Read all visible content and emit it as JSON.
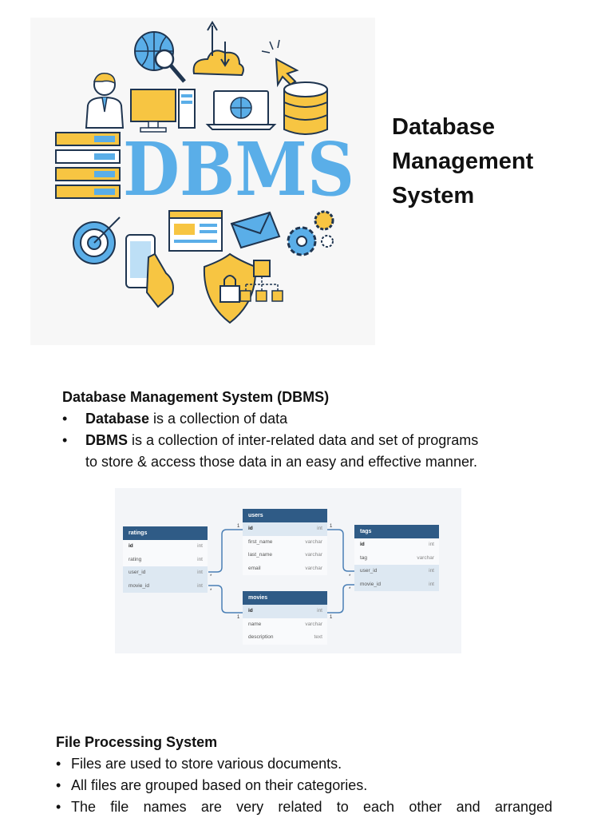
{
  "illustration": {
    "logo_text": "DBMS"
  },
  "side_title": {
    "line1": "Database",
    "line2": "Management",
    "line3": "System"
  },
  "dbms_section": {
    "heading": "Database Management System (DBMS)",
    "bullets": [
      {
        "bold": "Database",
        "text": " is a collection of data"
      },
      {
        "bold": "DBMS",
        "text": " is a collection of inter-related data and set of programs",
        "cont": "to store & access those data in an easy and effective manner."
      }
    ]
  },
  "er_diagram": {
    "tables": [
      {
        "name": "ratings",
        "rows": [
          {
            "field": "id",
            "type": "int",
            "pk": true,
            "hl": false
          },
          {
            "field": "rating",
            "type": "int",
            "pk": false,
            "hl": false
          },
          {
            "field": "user_id",
            "type": "int",
            "pk": false,
            "hl": true
          },
          {
            "field": "movie_id",
            "type": "int",
            "pk": false,
            "hl": true
          }
        ]
      },
      {
        "name": "users",
        "rows": [
          {
            "field": "id",
            "type": "int",
            "pk": true,
            "hl": true
          },
          {
            "field": "first_name",
            "type": "varchar",
            "pk": false,
            "hl": false
          },
          {
            "field": "last_name",
            "type": "varchar",
            "pk": false,
            "hl": false
          },
          {
            "field": "email",
            "type": "varchar",
            "pk": false,
            "hl": false
          }
        ]
      },
      {
        "name": "tags",
        "rows": [
          {
            "field": "id",
            "type": "int",
            "pk": true,
            "hl": false
          },
          {
            "field": "tag",
            "type": "varchar",
            "pk": false,
            "hl": false
          },
          {
            "field": "user_id",
            "type": "int",
            "pk": false,
            "hl": true
          },
          {
            "field": "movie_id",
            "type": "int",
            "pk": false,
            "hl": true
          }
        ]
      },
      {
        "name": "movies",
        "rows": [
          {
            "field": "id",
            "type": "int",
            "pk": true,
            "hl": true
          },
          {
            "field": "name",
            "type": "varchar",
            "pk": false,
            "hl": false
          },
          {
            "field": "description",
            "type": "text",
            "pk": false,
            "hl": false
          }
        ]
      }
    ],
    "cardinality_one": "1",
    "cardinality_many": "*"
  },
  "fps_section": {
    "heading": "File Processing System",
    "bullets": [
      "Files are used to store various documents.",
      "All files are grouped based on their categories.",
      "The file names are very related to each other and arranged"
    ]
  },
  "colors": {
    "accent_blue": "#5aaee8",
    "accent_yellow": "#f7c542",
    "navy": "#2f5b86",
    "line": "#1f3550"
  }
}
